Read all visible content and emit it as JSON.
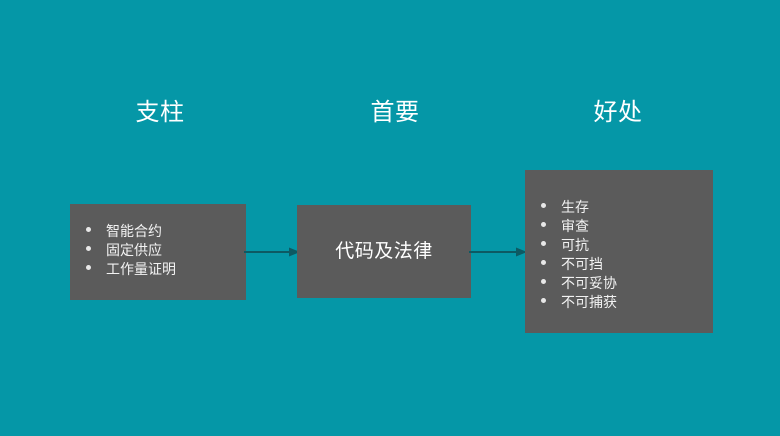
{
  "slide": {
    "background_color": "#0597a7",
    "box_color": "#5b5b5b",
    "text_color": "#ffffff",
    "arrow_color": "#0d5a63"
  },
  "columns": [
    {
      "header": "支柱"
    },
    {
      "header": "首要"
    },
    {
      "header": "好处"
    }
  ],
  "boxes": {
    "pillars": {
      "name": "pillars-box",
      "bullets": [
        "智能合约",
        "固定供应",
        "工作量证明"
      ]
    },
    "primary": {
      "name": "primary-box",
      "label": "代码及法律"
    },
    "benefits": {
      "name": "benefits-box",
      "bullets": [
        "生存",
        "审查",
        "可抗",
        "不可挡",
        "不可妥协",
        "不可捕获"
      ]
    }
  },
  "connectors": [
    {
      "name": "pillars-to-primary",
      "direction": "right"
    },
    {
      "name": "primary-to-benefits",
      "direction": "right"
    }
  ]
}
